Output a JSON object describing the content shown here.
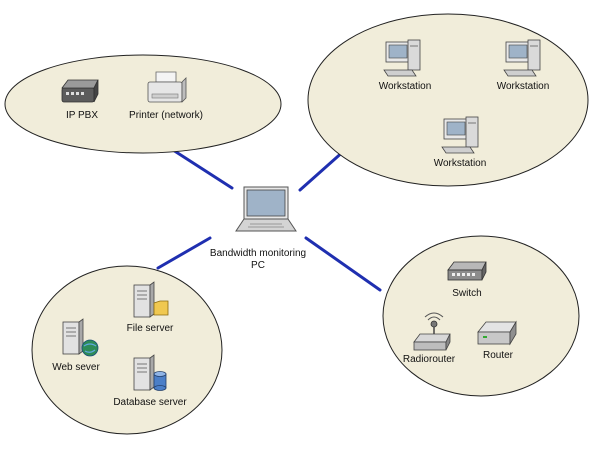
{
  "colors": {
    "link": "#1f2fb0",
    "zone_fill": "#f1edda",
    "zone_stroke": "#222222",
    "device_light": "#e8e8e8",
    "device_dark": "#6a6a6a",
    "screen": "#9fb3c8"
  },
  "center": {
    "label_line1": "Bandwidth monitoring",
    "label_line2": "PC",
    "icon": "laptop-icon"
  },
  "zones": {
    "telephony": {
      "devices": [
        {
          "label": "IP PBX",
          "icon": "ip-pbx-icon"
        },
        {
          "label": "Printer (network)",
          "icon": "printer-icon"
        }
      ]
    },
    "workstations": {
      "devices": [
        {
          "label": "Workstation",
          "icon": "workstation-icon"
        },
        {
          "label": "Workstation",
          "icon": "workstation-icon"
        },
        {
          "label": "Workstation",
          "icon": "workstation-icon"
        }
      ]
    },
    "servers": {
      "devices": [
        {
          "label": "File server",
          "icon": "file-server-icon"
        },
        {
          "label": "Web sever",
          "icon": "web-server-icon"
        },
        {
          "label": "Database server",
          "icon": "database-server-icon"
        }
      ]
    },
    "network": {
      "devices": [
        {
          "label": "Switch",
          "icon": "switch-icon"
        },
        {
          "label": "Radiorouter",
          "icon": "radiorouter-icon"
        },
        {
          "label": "Router",
          "icon": "router-icon"
        }
      ]
    }
  }
}
